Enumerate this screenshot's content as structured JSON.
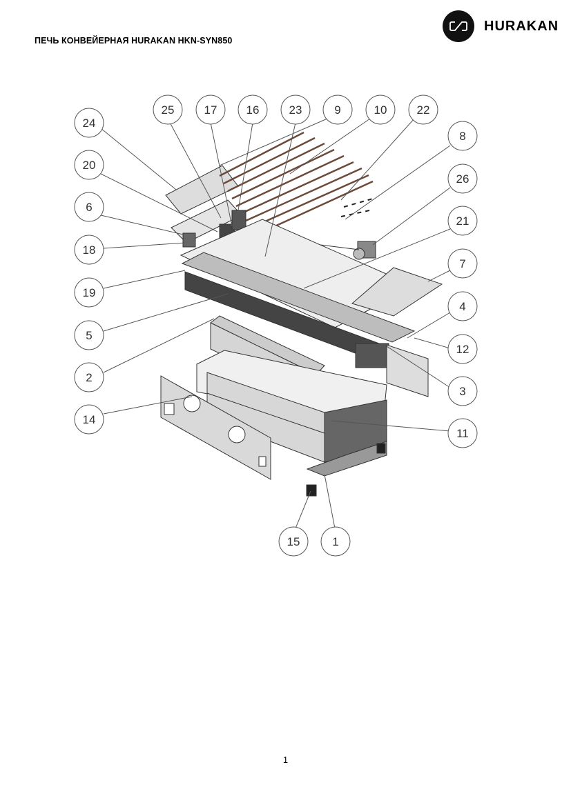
{
  "header": {
    "doc_title": "ПЕЧЬ КОНВЕЙЕРНАЯ HURAKAN HKN-SYN850",
    "brand_name": "HURAKAN",
    "logo_icon": "wave-loop-icon"
  },
  "diagram": {
    "callouts": [
      "25",
      "17",
      "16",
      "23",
      "9",
      "10",
      "22",
      "24",
      "8",
      "20",
      "26",
      "6",
      "21",
      "18",
      "7",
      "19",
      "4",
      "5",
      "12",
      "2",
      "3",
      "14",
      "11",
      "15",
      "1"
    ]
  },
  "footer": {
    "page_number": "1"
  }
}
